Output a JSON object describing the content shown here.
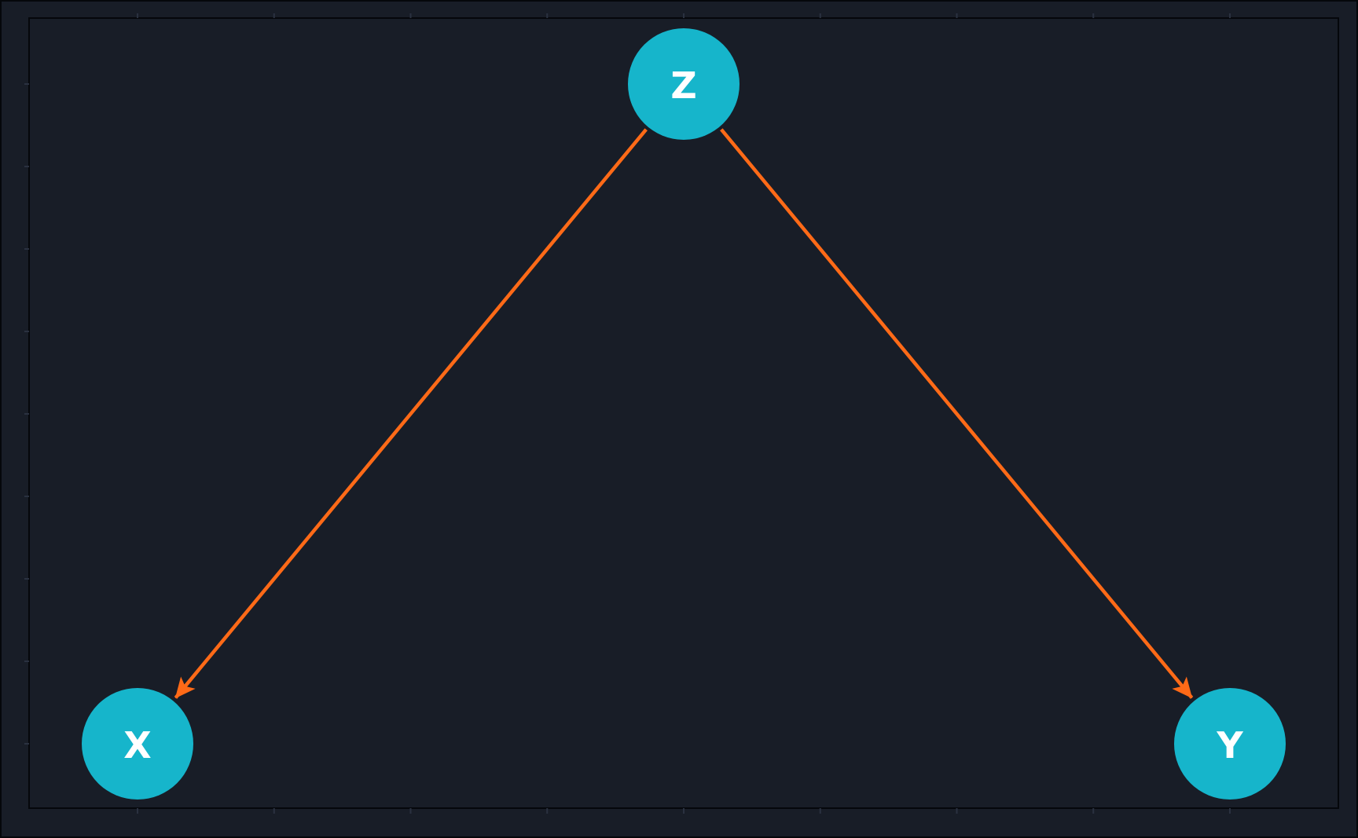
{
  "colors": {
    "background": "#181d27",
    "panel_border": "#05070b",
    "node_fill": "#16b5cb",
    "node_text": "#ffffff",
    "edge": "#ff6a17"
  },
  "nodes": [
    {
      "id": "Z",
      "label": "Z"
    },
    {
      "id": "X",
      "label": "X"
    },
    {
      "id": "Y",
      "label": "Y"
    }
  ],
  "edges": [
    {
      "from": "Z",
      "to": "X"
    },
    {
      "from": "Z",
      "to": "Y"
    }
  ]
}
